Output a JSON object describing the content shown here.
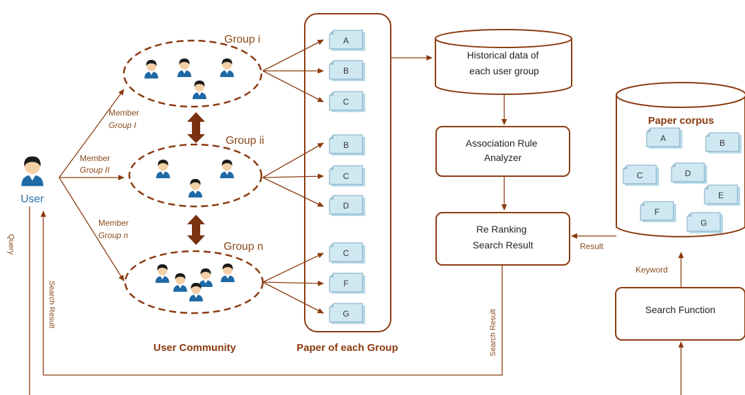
{
  "groups": {
    "group_i": "Group i",
    "group_ii": "Group ii",
    "group_n": "Group n"
  },
  "user": {
    "label": "User"
  },
  "member_labels": {
    "i_line1": "Member",
    "i_line2": "Group I",
    "ii_line1": "Member",
    "ii_line2": "Group II",
    "n_line1": "Member",
    "n_line2": "Group n"
  },
  "papers": {
    "group_i": [
      "A",
      "B",
      "C"
    ],
    "group_ii": [
      "B",
      "C",
      "D"
    ],
    "group_n": [
      "C",
      "F",
      "G"
    ]
  },
  "historical": {
    "line1": "Historical data of",
    "line2": "each user group"
  },
  "association": {
    "line1": "Association Rule",
    "line2": "Analyzer"
  },
  "reranking": {
    "line1": "Re Ranking",
    "line2": "Search Result"
  },
  "corpus": {
    "title": "Paper corpus",
    "papers": [
      "A",
      "B",
      "C",
      "D",
      "E",
      "F",
      "G"
    ]
  },
  "search_function": "Search Function",
  "edge_labels": {
    "result": "Result",
    "keyword": "Keyword",
    "search_result_right": "Search Result",
    "search_result_left": "Search Result",
    "query": "Query"
  },
  "captions": {
    "user_community": "User Community",
    "paper_each_group": "Paper of each Group"
  },
  "colors": {
    "brown": "#8b3a0f",
    "dark_brown": "#7a3210",
    "label_brown": "#8a4a1c",
    "paper_fill": "#cfe8f2",
    "paper_stroke": "#7fa9bf",
    "user_blue": "#2d6fa3"
  }
}
